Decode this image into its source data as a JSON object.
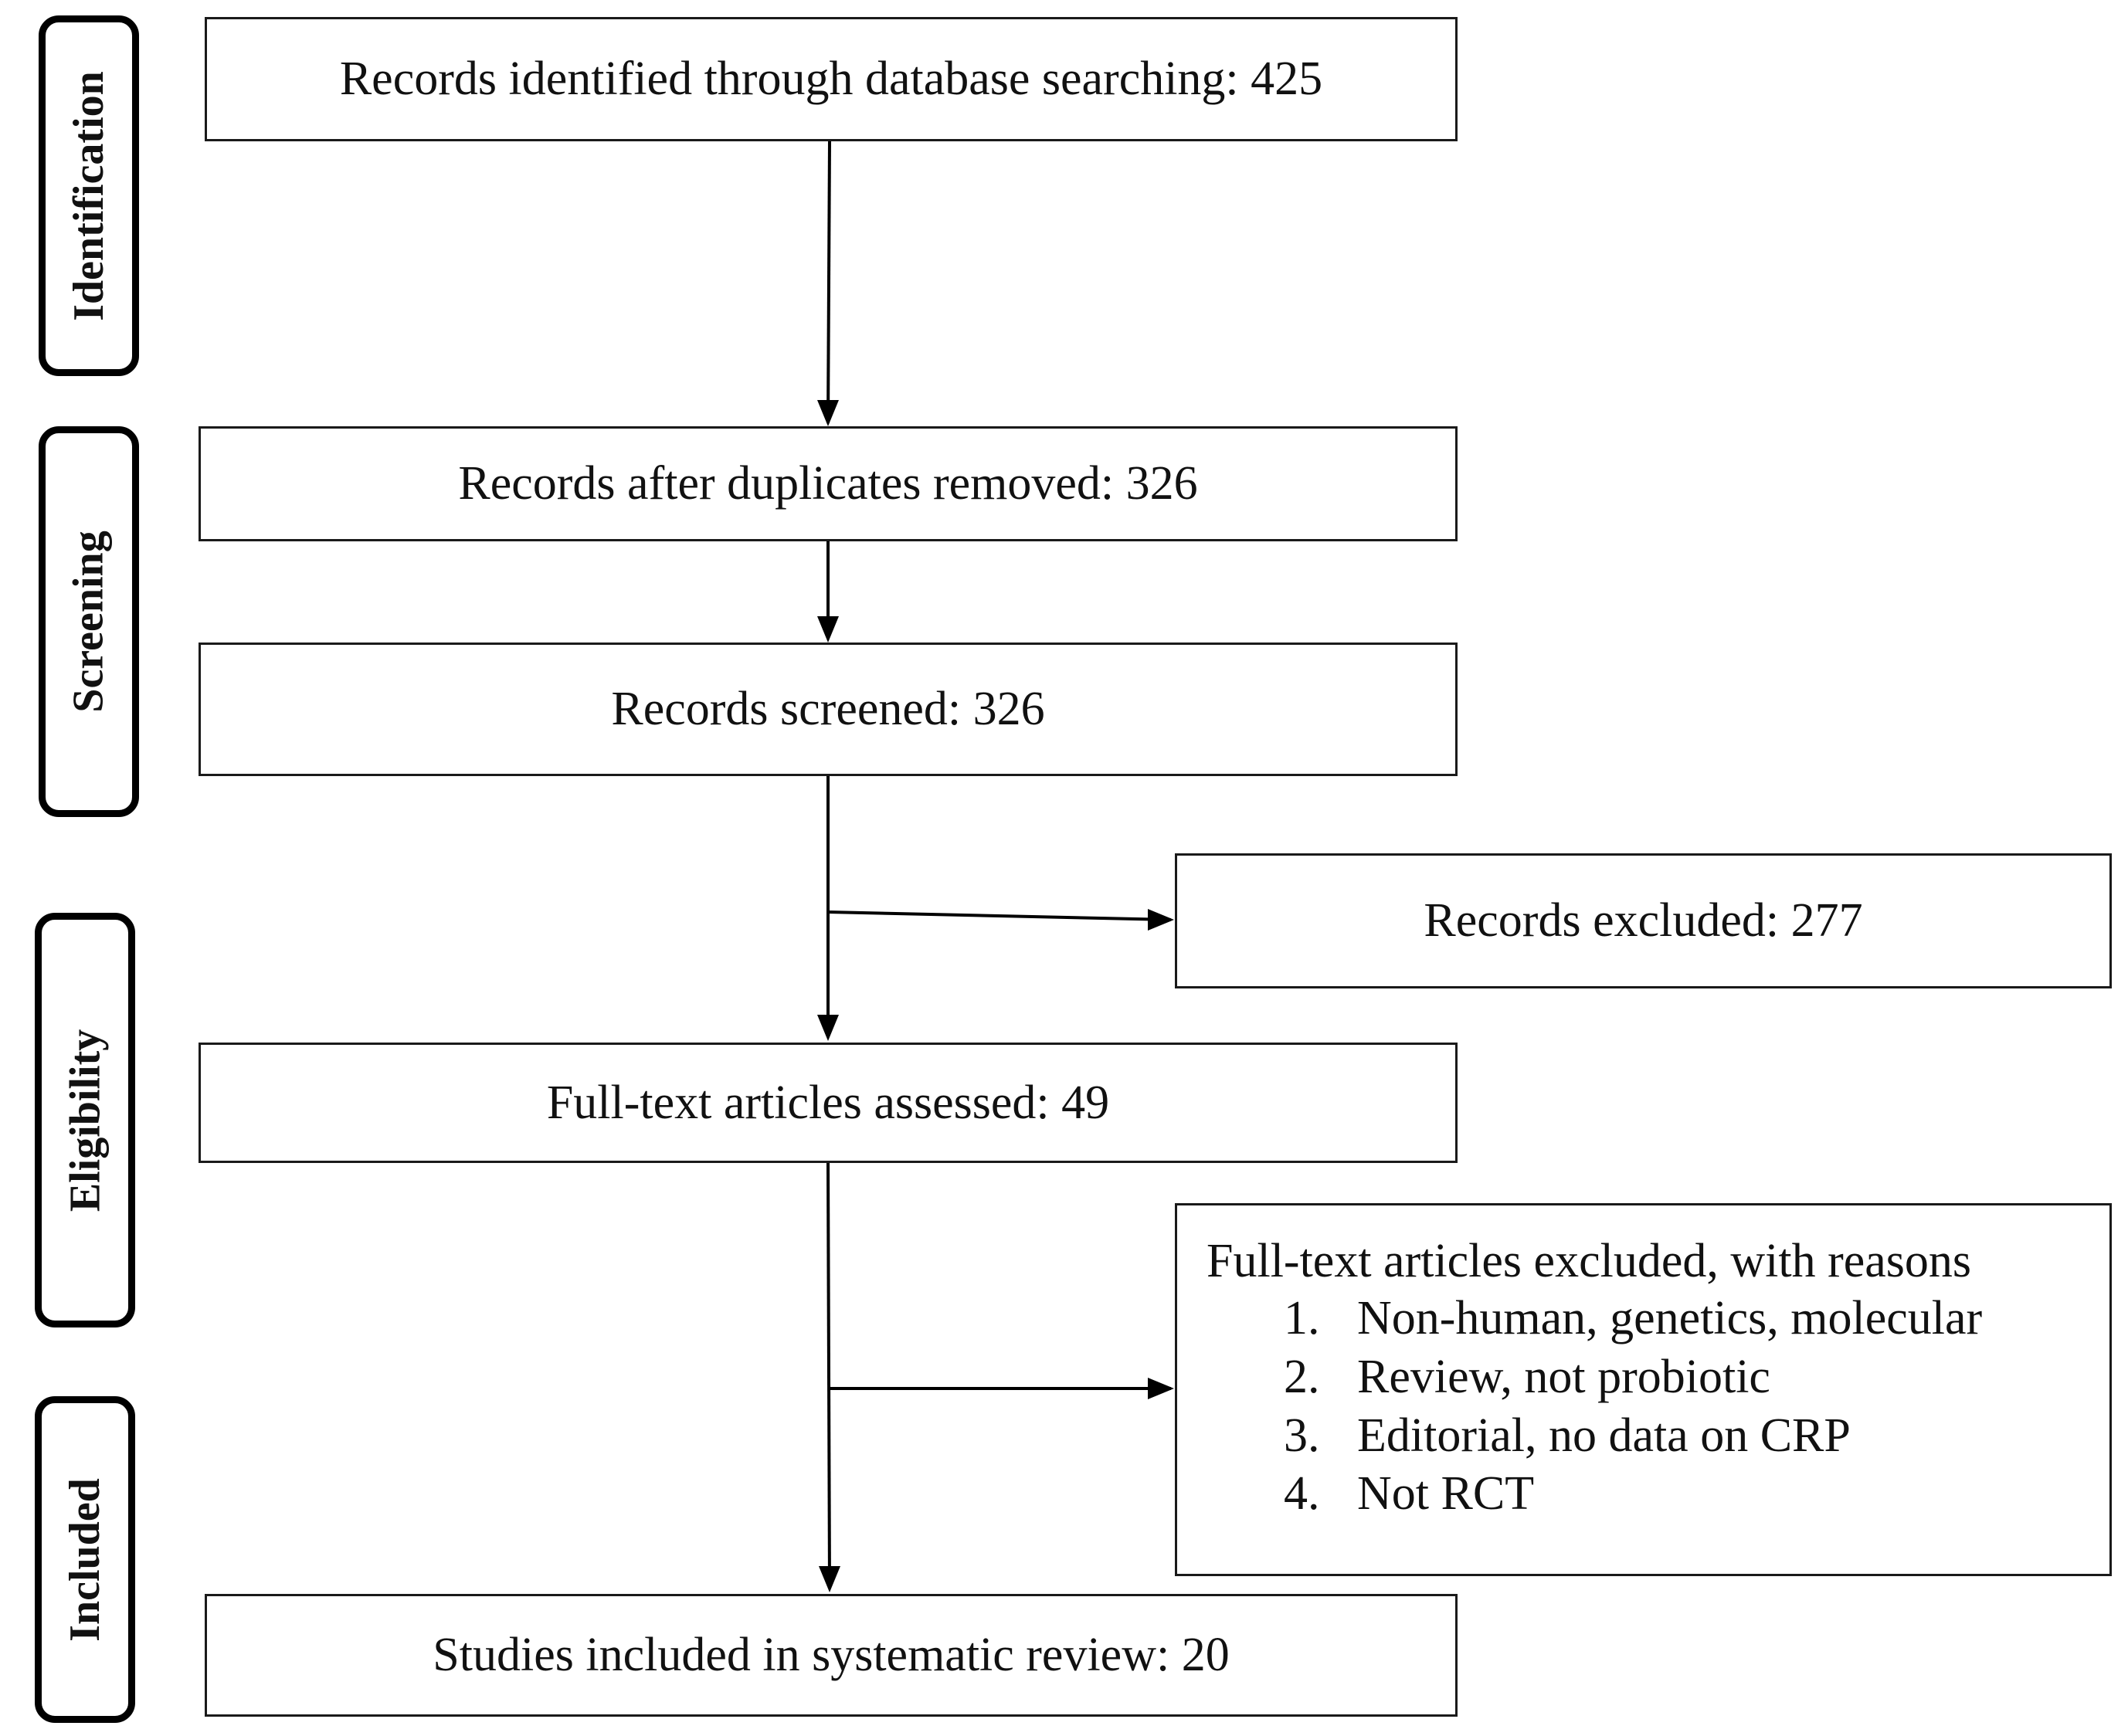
{
  "stages": [
    {
      "label": "Identification"
    },
    {
      "label": "Screening"
    },
    {
      "label": "Eligibility"
    },
    {
      "label": "Included"
    }
  ],
  "boxes": {
    "identified": "Records identified through database searching: 425",
    "duplicates_removed": "Records after duplicates removed: 326",
    "screened": "Records screened: 326",
    "excluded": "Records excluded: 277",
    "assessed": "Full-text articles assessed: 49",
    "included": "Studies included in systematic review: 20"
  },
  "exclusions": {
    "title": "Full-text articles excluded, with reasons",
    "reasons": [
      {
        "num": "1.",
        "text": "Non-human, genetics, molecular"
      },
      {
        "num": "2.",
        "text": "Review, not probiotic"
      },
      {
        "num": "3.",
        "text": "Editorial, no data on CRP"
      },
      {
        "num": "4.",
        "text": "Not RCT"
      }
    ]
  }
}
